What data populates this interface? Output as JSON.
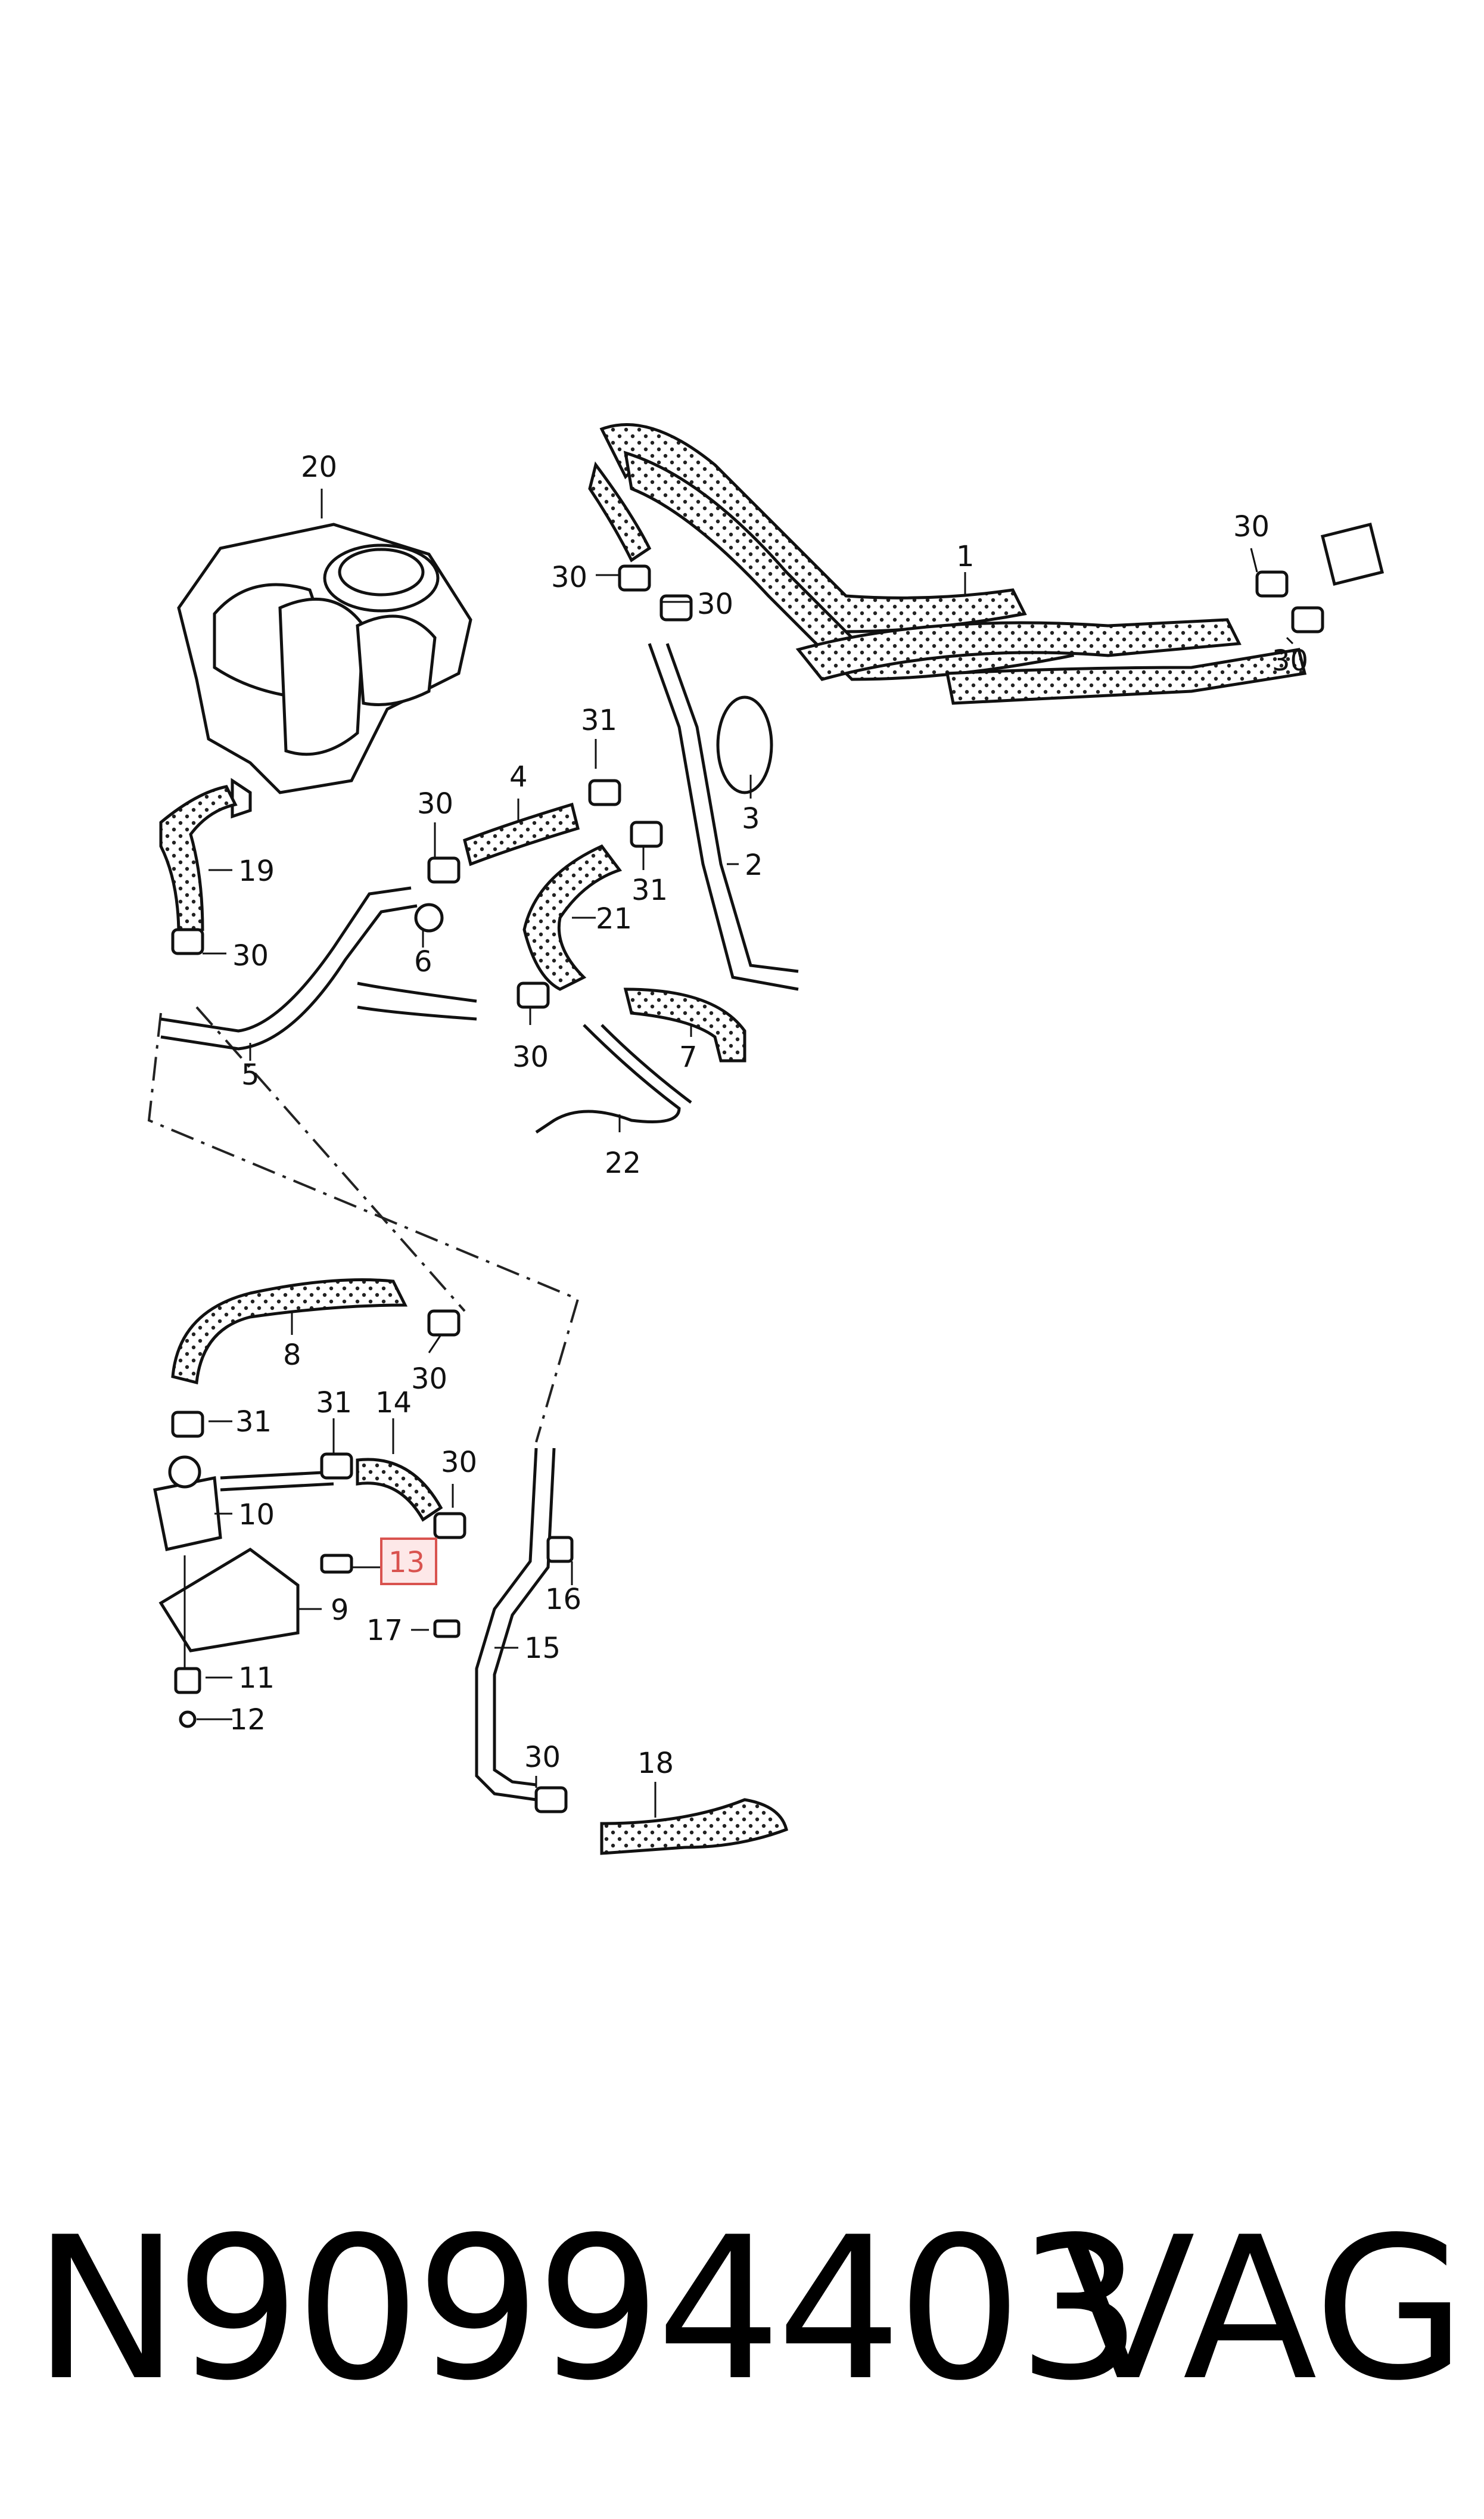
{
  "diagram": {
    "callouts": [
      "1",
      "2",
      "3",
      "4",
      "5",
      "6",
      "7",
      "8",
      "9",
      "10",
      "11",
      "12",
      "13",
      "14",
      "15",
      "16",
      "17",
      "18",
      "19",
      "20",
      "21",
      "22",
      "30",
      "31"
    ],
    "highlighted_callout": "13",
    "highlight_color": "#d9534f",
    "hose_pattern": "dotted",
    "line_color": "#111111"
  },
  "footer": {
    "part_number": "N90994403",
    "brand": "VAG"
  }
}
